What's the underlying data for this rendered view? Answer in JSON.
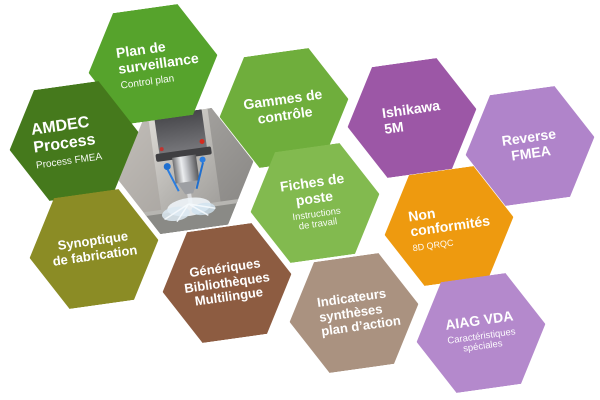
{
  "canvas": {
    "background": "#ffffff"
  },
  "hexagons": [
    {
      "id": "plan-de-surveillance",
      "title": "Plan de\nsurveillance",
      "subtitle": "Control plan",
      "color": "#56a32c"
    },
    {
      "id": "gammes-de-controle",
      "title": "Gammes de\ncontrôle",
      "subtitle": "",
      "color": "#6fae3c"
    },
    {
      "id": "amdec-process",
      "title": "AMDEC\nProcess",
      "subtitle": "Process FMEA",
      "color": "#45791c"
    },
    {
      "id": "ishikawa-5m",
      "title": "Ishikawa\n5M",
      "subtitle": "",
      "color": "#9c57a6"
    },
    {
      "id": "reverse-fmea",
      "title": "Reverse\nFMEA",
      "subtitle": "",
      "color": "#b084ca"
    },
    {
      "id": "fiches-de-poste",
      "title": "Fiches de\nposte",
      "subtitle": "Instructions\nde travail",
      "color": "#82ba4f"
    },
    {
      "id": "non-conformites",
      "title": "Non\nconformités",
      "subtitle": "8D QRQC",
      "color": "#ee9a0f"
    },
    {
      "id": "synoptique-de-fabrication",
      "title": "Synoptique\nde fabrication",
      "subtitle": "",
      "color": "#8b8c25"
    },
    {
      "id": "generiques-bibliotheques-multilingue",
      "title": "Génériques\nBibliothèques\nMultilingue",
      "subtitle": "",
      "color": "#8d5c41"
    },
    {
      "id": "indicateurs-syntheses-plan-d-action",
      "title": "Indicateurs\nsynthèses\nplan d’action",
      "subtitle": "",
      "color": "#aa9280"
    },
    {
      "id": "aiag-vda",
      "title": "AIAG VDA",
      "subtitle": "Caractéristiques\nspéciales",
      "color": "#b489cc"
    }
  ]
}
